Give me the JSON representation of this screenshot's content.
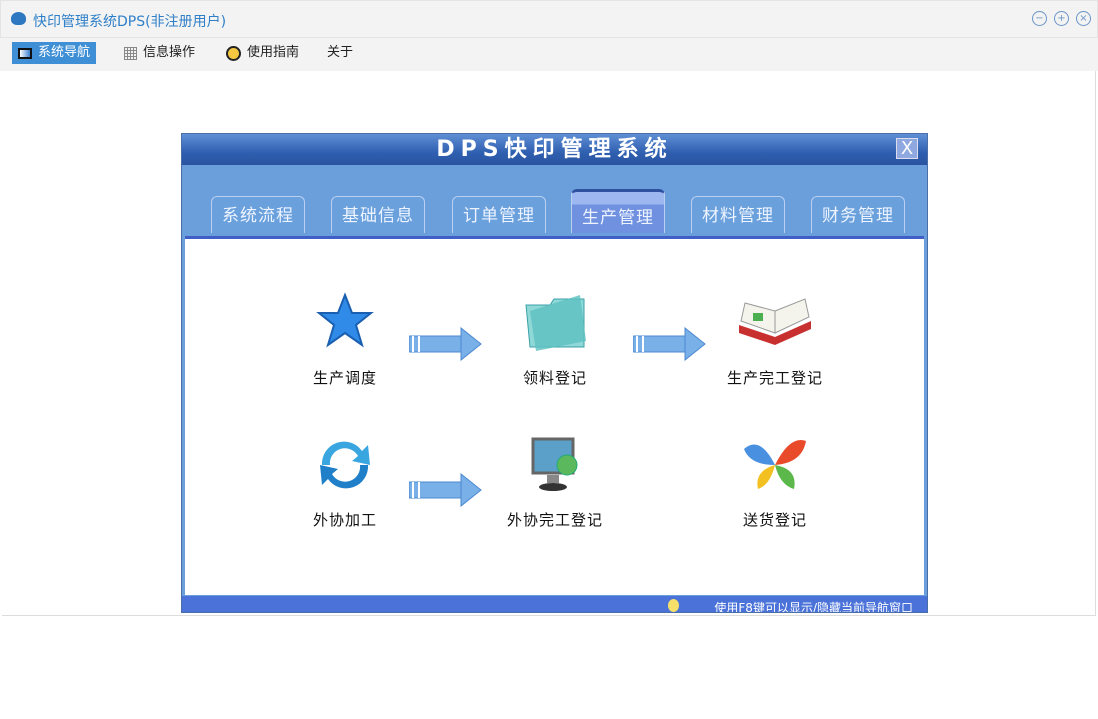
{
  "window": {
    "title": "快印管理系统DPS(非注册用户)",
    "controls": [
      "minimize",
      "maximize",
      "close"
    ]
  },
  "menu": [
    {
      "label": "系统导航",
      "icon": "monitor-icon",
      "active": true
    },
    {
      "label": "信息操作",
      "icon": "grid-icon"
    },
    {
      "label": "使用指南",
      "icon": "help-icon"
    },
    {
      "label": "关于"
    }
  ],
  "dialog": {
    "title": "DPS快印管理系统",
    "close": "X",
    "tabs": [
      "系统流程",
      "基础信息",
      "订单管理",
      "生产管理",
      "材料管理",
      "财务管理"
    ],
    "active_tab": "生产管理",
    "items": [
      "生产调度",
      "领料登记",
      "生产完工登记",
      "外协加工",
      "外协完工登记",
      "送货登记"
    ],
    "footer": "使用F8键可以显示/隐藏当前导航窗口"
  }
}
